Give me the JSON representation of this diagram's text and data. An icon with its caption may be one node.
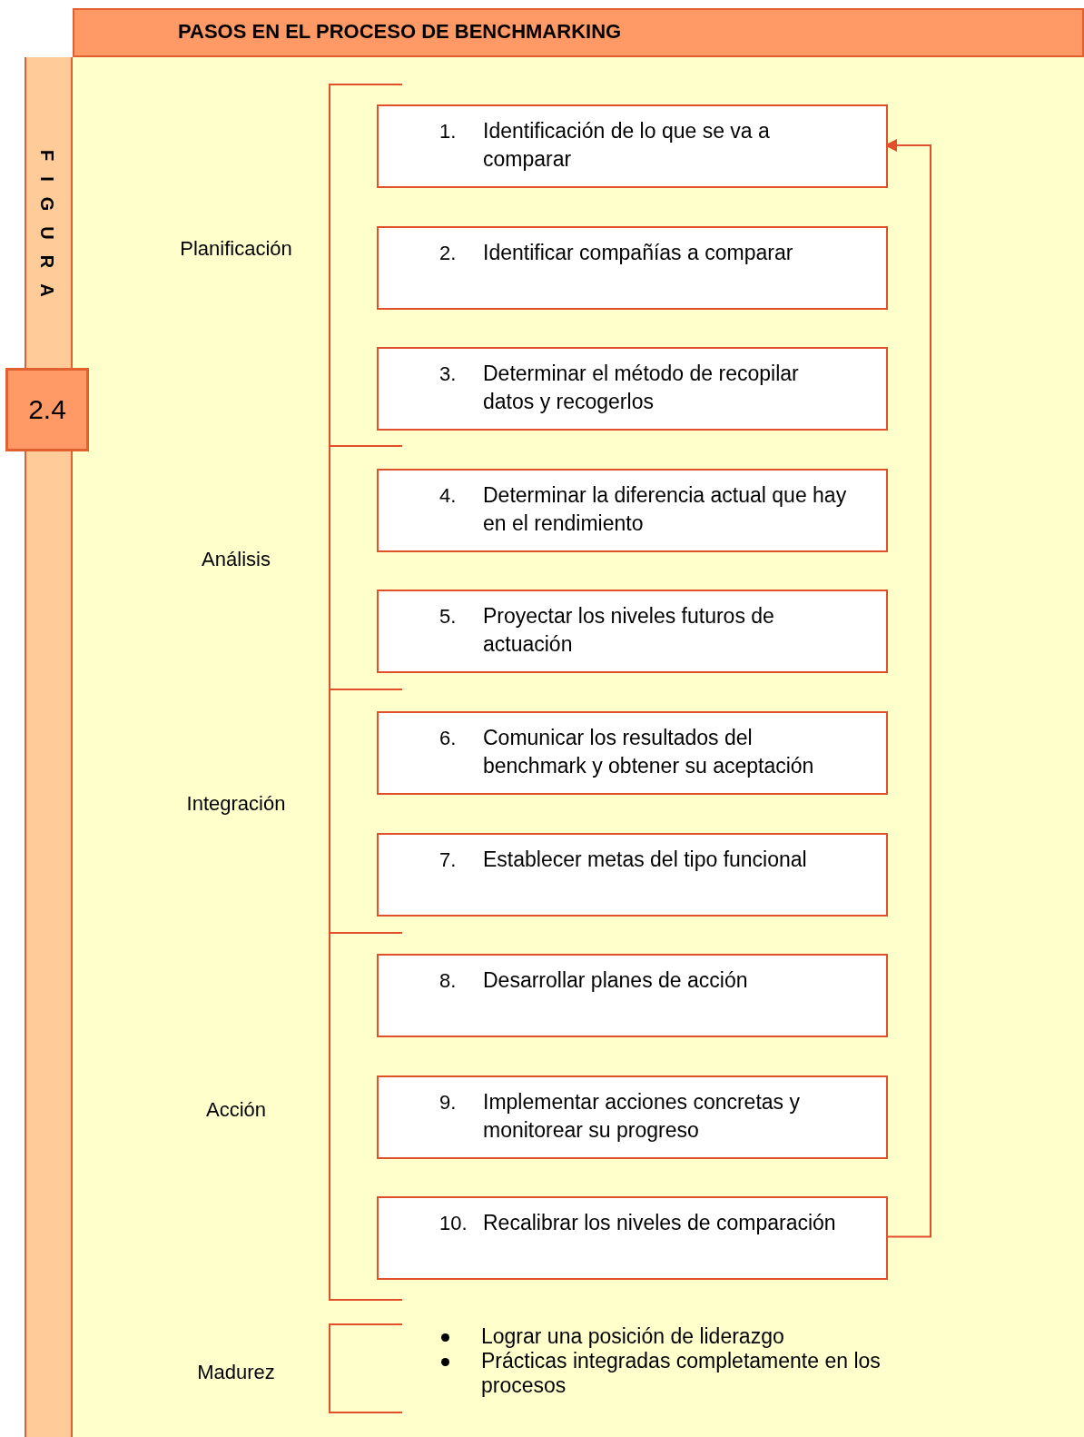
{
  "diagram": {
    "title": "PASOS EN EL PROCESO DE BENCHMARKING",
    "nodes": [
      {
        "text": [
          "1.",
          "Identificación de lo que se va a comparar"
        ]
      },
      {
        "text": [
          "2.",
          "Identificar compañías a comparar"
        ]
      },
      {
        "text": [
          "3.",
          "Determinar el método de recopilar datos y recogerlos"
        ]
      },
      {
        "text": [
          "4.",
          "Determinar la diferencia actual que hay en el rendimiento"
        ]
      },
      {
        "text": [
          "5.",
          "Proyectar los niveles futuros de actuación"
        ]
      },
      {
        "text": [
          "6.",
          "Comunicar los resultados del benchmark y obtener su aceptación"
        ]
      },
      {
        "text": [
          "7.",
          "Establecer metas del tipo funcional"
        ]
      },
      {
        "text": [
          "8.",
          "Desarrollar planes de acción"
        ]
      },
      {
        "text": [
          "9.",
          "Implementar acciones concretas y monitorear su progreso"
        ]
      },
      {
        "text": [
          "10.",
          "Recalibrar los niveles de comparación"
        ]
      }
    ],
    "edges": [
      {
        "from": 9,
        "to": 0,
        "arrow": "to"
      }
    ],
    "labels": [
      "FIGURA",
      "2.4",
      "Planificación",
      "Análisis",
      "Integración",
      "Acción",
      "Madurez",
      "Lograr una posición de liderazgo",
      "Prácticas integradas completamente en los procesos"
    ]
  }
}
